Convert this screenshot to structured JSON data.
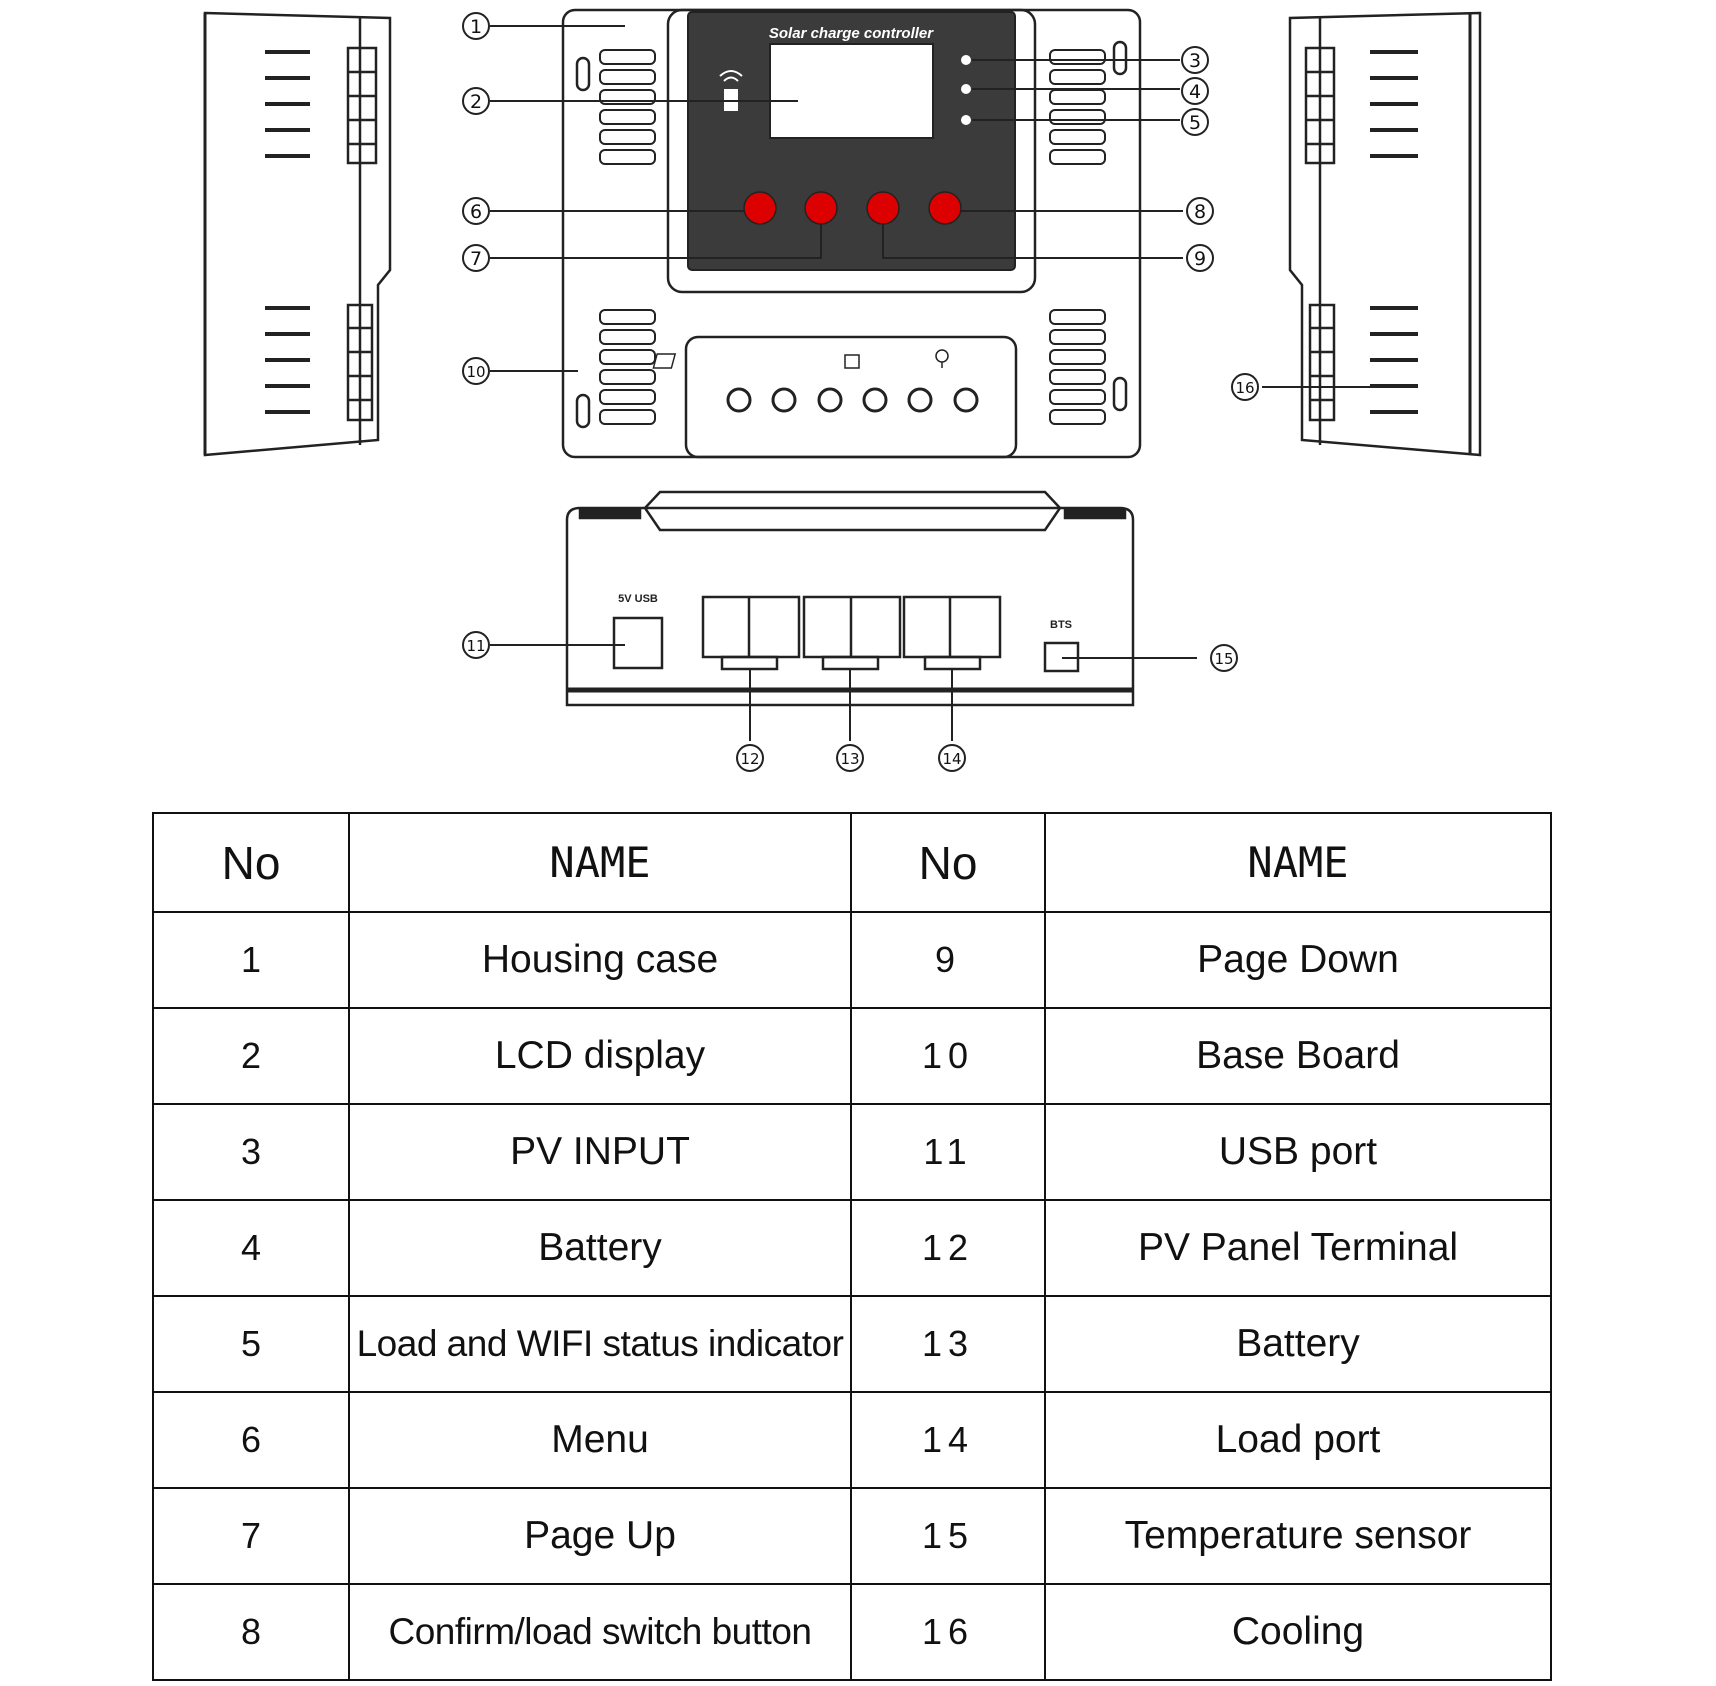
{
  "device_title": "Solar charge controller",
  "usb_label": "5V USB",
  "temp_label": "BTS",
  "callouts": [
    "1",
    "2",
    "3",
    "4",
    "5",
    "6",
    "7",
    "8",
    "9",
    "10",
    "11",
    "12",
    "13",
    "14",
    "15",
    "16"
  ],
  "table": {
    "headers": [
      "No",
      "NAME",
      "No",
      "NAME"
    ],
    "rows": [
      {
        "no_left": "1",
        "name_left": "Housing case",
        "no_right": "9",
        "name_right": "Page Down"
      },
      {
        "no_left": "2",
        "name_left": "LCD display",
        "no_right": "10",
        "name_right": "Base Board"
      },
      {
        "no_left": "3",
        "name_left": "PV INPUT",
        "no_right": "11",
        "name_right": "USB port"
      },
      {
        "no_left": "4",
        "name_left": "Battery",
        "no_right": "12",
        "name_right": "PV Panel Terminal"
      },
      {
        "no_left": "5",
        "name_left": "Load and WIFI status indicator",
        "no_right": "13",
        "name_right": "Battery"
      },
      {
        "no_left": "6",
        "name_left": "Menu",
        "no_right": "14",
        "name_right": "Load port"
      },
      {
        "no_left": "7",
        "name_left": "Page Up",
        "no_right": "15",
        "name_right": "Temperature sensor"
      },
      {
        "no_left": "8",
        "name_left": "Confirm/load switch button",
        "no_right": "16",
        "name_right": "Cooling"
      }
    ]
  }
}
